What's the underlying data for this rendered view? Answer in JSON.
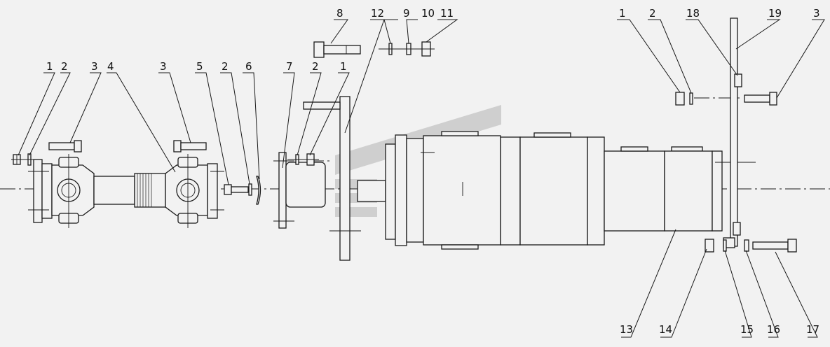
{
  "callouts": {
    "c1": "1",
    "c2": "2",
    "c3": "3",
    "c4": "4",
    "c5": "3",
    "c6": "5",
    "c7": "2",
    "c8": "6",
    "c9": "7",
    "c10": "2",
    "c11": "1",
    "c12": "8",
    "c13": "12",
    "c14": "9",
    "c15": "10",
    "c16": "11",
    "c17": "1",
    "c18": "2",
    "c19": "18",
    "c20": "19",
    "c21": "3",
    "c22": "13",
    "c23": "14",
    "c24": "15",
    "c25": "16",
    "c26": "17"
  },
  "colors": {
    "line": "#1a1a1a",
    "background": "#f2f2f2",
    "watermark": "#cfcfcf"
  },
  "watermark": "logo"
}
